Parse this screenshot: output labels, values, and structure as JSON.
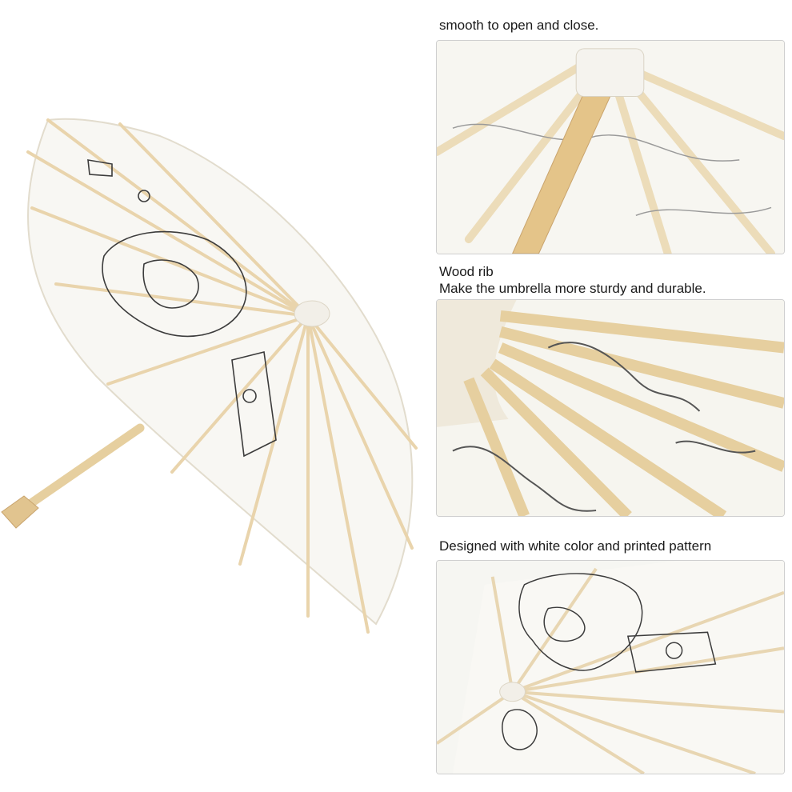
{
  "captions": {
    "panel1": "smooth to open and close.",
    "panel2_line1": "Wood rib",
    "panel2_line2": "Make the umbrella more sturdy and durable.",
    "panel3": "Designed with white color and printed pattern"
  },
  "colors": {
    "paper": "#f8f7f3",
    "wood": "#e9d4ac",
    "wood_dark": "#c9a46e",
    "ink": "#3c3c3c",
    "panel_border": "#cfcfcf"
  }
}
